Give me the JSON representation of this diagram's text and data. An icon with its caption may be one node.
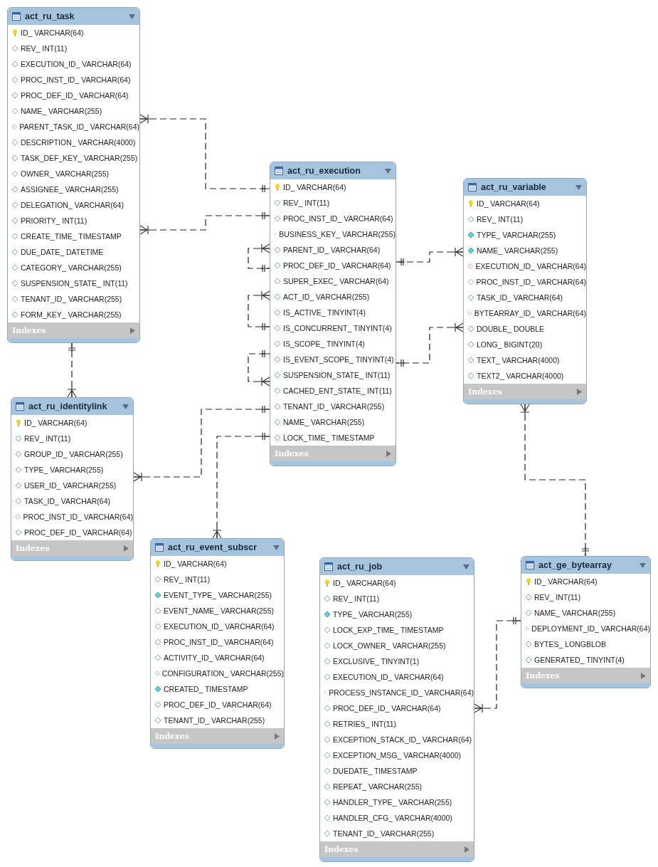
{
  "diagram": {
    "nodes": [
      {
        "text": [
          "act_ru_task",
          "ID_ VARCHAR(64)",
          "REV_ INT(11)",
          "EXECUTION_ID_ VARCHAR(64)",
          "PROC_INST_ID_ VARCHAR(64)",
          "PROC_DEF_ID_ VARCHAR(64)",
          "NAME_ VARCHAR(255)",
          "PARENT_TASK_ID_ VARCHAR(64)",
          "DESCRIPTION_ VARCHAR(4000)",
          "TASK_DEF_KEY_ VARCHAR(255)",
          "OWNER_ VARCHAR(255)",
          "ASSIGNEE_ VARCHAR(255)",
          "DELEGATION_ VARCHAR(64)",
          "PRIORITY_ INT(11)",
          "CREATE_TIME_ TIMESTAMP",
          "DUE_DATE_ DATETIME",
          "CATEGORY_ VARCHAR(255)",
          "SUSPENSION_STATE_ INT(11)",
          "TENANT_ID_ VARCHAR(255)",
          "FORM_KEY_ VARCHAR(255)",
          "Indexes"
        ]
      },
      {
        "text": [
          "act_ru_execution",
          "ID_ VARCHAR(64)",
          "REV_ INT(11)",
          "PROC_INST_ID_ VARCHAR(64)",
          "BUSINESS_KEY_ VARCHAR(255)",
          "PARENT_ID_ VARCHAR(64)",
          "PROC_DEF_ID_ VARCHAR(64)",
          "SUPER_EXEC_ VARCHAR(64)",
          "ACT_ID_ VARCHAR(255)",
          "IS_ACTIVE_ TINYINT(4)",
          "IS_CONCURRENT_ TINYINT(4)",
          "IS_SCOPE_ TINYINT(4)",
          "IS_EVENT_SCOPE_ TINYINT(4)",
          "SUSPENSION_STATE_ INT(11)",
          "CACHED_ENT_STATE_ INT(11)",
          "TENANT_ID_ VARCHAR(255)",
          "NAME_ VARCHAR(255)",
          "LOCK_TIME_ TIMESTAMP",
          "Indexes"
        ]
      },
      {
        "text": [
          "act_ru_variable",
          "ID_ VARCHAR(64)",
          "REV_ INT(11)",
          "TYPE_ VARCHAR(255)",
          "NAME_ VARCHAR(255)",
          "EXECUTION_ID_ VARCHAR(64)",
          "PROC_INST_ID_ VARCHAR(64)",
          "TASK_ID_ VARCHAR(64)",
          "BYTEARRAY_ID_ VARCHAR(64)",
          "DOUBLE_ DOUBLE",
          "LONG_ BIGINT(20)",
          "TEXT_ VARCHAR(4000)",
          "TEXT2_ VARCHAR(4000)",
          "Indexes"
        ]
      },
      {
        "text": [
          "act_ru_identitylink",
          "ID_ VARCHAR(64)",
          "REV_ INT(11)",
          "GROUP_ID_ VARCHAR(255)",
          "TYPE_ VARCHAR(255)",
          "USER_ID_ VARCHAR(255)",
          "TASK_ID_ VARCHAR(64)",
          "PROC_INST_ID_ VARCHAR(64)",
          "PROC_DEF_ID_ VARCHAR(64)",
          "Indexes"
        ]
      },
      {
        "text": [
          "act_ru_event_subscr",
          "ID_ VARCHAR(64)",
          "REV_ INT(11)",
          "EVENT_TYPE_ VARCHAR(255)",
          "EVENT_NAME_ VARCHAR(255)",
          "EXECUTION_ID_ VARCHAR(64)",
          "PROC_INST_ID_ VARCHAR(64)",
          "ACTIVITY_ID_ VARCHAR(64)",
          "CONFIGURATION_ VARCHAR(255)",
          "CREATED_ TIMESTAMP",
          "PROC_DEF_ID_ VARCHAR(64)",
          "TENANT_ID_ VARCHAR(255)",
          "Indexes"
        ]
      },
      {
        "text": [
          "act_ru_job",
          "ID_ VARCHAR(64)",
          "REV_ INT(11)",
          "TYPE_ VARCHAR(255)",
          "LOCK_EXP_TIME_ TIMESTAMP",
          "LOCK_OWNER_ VARCHAR(255)",
          "EXCLUSIVE_ TINYINT(1)",
          "EXECUTION_ID_ VARCHAR(64)",
          "PROCESS_INSTANCE_ID_ VARCHAR(64)",
          "PROC_DEF_ID_ VARCHAR(64)",
          "RETRIES_ INT(11)",
          "EXCEPTION_STACK_ID_ VARCHAR(64)",
          "EXCEPTION_MSG_ VARCHAR(4000)",
          "DUEDATE_ TIMESTAMP",
          "REPEAT_ VARCHAR(255)",
          "HANDLER_TYPE_ VARCHAR(255)",
          "HANDLER_CFG_ VARCHAR(4000)",
          "TENANT_ID_ VARCHAR(255)",
          "Indexes"
        ]
      },
      {
        "text": [
          "act_ge_bytearray",
          "ID_ VARCHAR(64)",
          "REV_ INT(11)",
          "NAME_ VARCHAR(255)",
          "DEPLOYMENT_ID_ VARCHAR(64)",
          "BYTES_ LONGBLOB",
          "GENERATED_ TINYINT(4)",
          "Indexes"
        ]
      }
    ],
    "edges": [
      {
        "from": 0,
        "to": 1,
        "arrow": "other"
      },
      {
        "from": 0,
        "to": 1,
        "arrow": "other"
      },
      {
        "from": 1,
        "to": 1,
        "arrow": "other"
      },
      {
        "from": 1,
        "to": 1,
        "arrow": "other"
      },
      {
        "from": 1,
        "to": 1,
        "arrow": "other"
      },
      {
        "from": 2,
        "to": 1,
        "arrow": "other"
      },
      {
        "from": 2,
        "to": 1,
        "arrow": "other"
      },
      {
        "from": 3,
        "to": 1,
        "arrow": "other"
      },
      {
        "from": 4,
        "to": 1,
        "arrow": "other"
      },
      {
        "from": 3,
        "to": 0,
        "arrow": "other"
      },
      {
        "from": 2,
        "to": 6,
        "arrow": "other"
      },
      {
        "from": 5,
        "to": 6,
        "arrow": "other"
      }
    ]
  }
}
